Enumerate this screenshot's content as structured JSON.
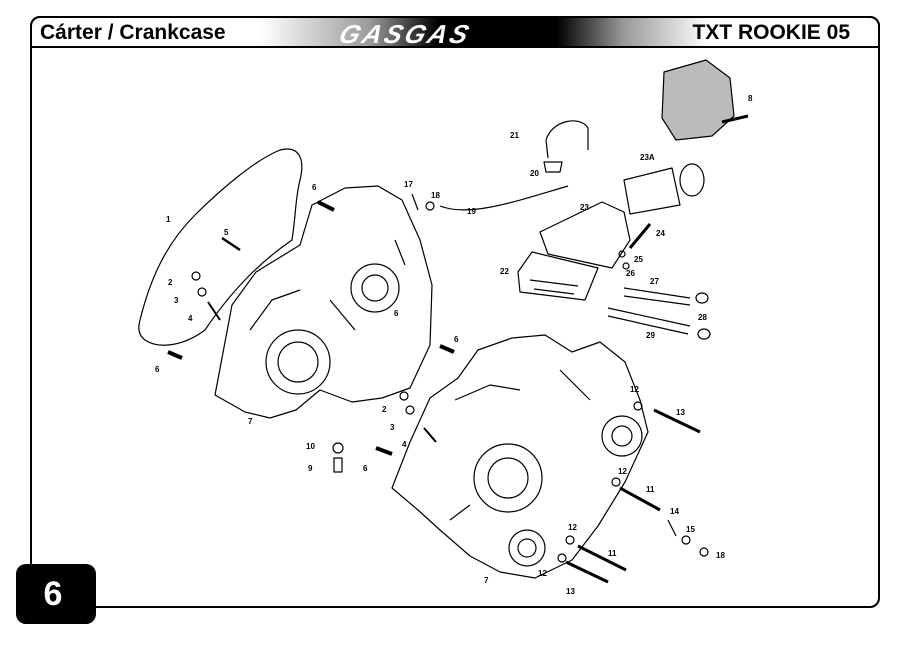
{
  "header": {
    "title": "Cárter / Crankcase",
    "brand": "GASGAS",
    "model": "TXT ROOKIE 05"
  },
  "page_number": "6",
  "labels": [
    {
      "text": "1",
      "name": "part-label-1"
    },
    {
      "text": "2",
      "name": "part-label-2-left"
    },
    {
      "text": "3",
      "name": "part-label-3-left"
    },
    {
      "text": "4",
      "name": "part-label-4-left"
    },
    {
      "text": "5",
      "name": "part-label-5"
    },
    {
      "text": "6",
      "name": "part-label-6-top"
    },
    {
      "text": "6",
      "name": "part-label-6-left"
    },
    {
      "text": "7",
      "name": "part-label-7-left"
    },
    {
      "text": "6",
      "name": "part-label-6-mid"
    },
    {
      "text": "6",
      "name": "part-label-6-center"
    },
    {
      "text": "2",
      "name": "part-label-2-center"
    },
    {
      "text": "3",
      "name": "part-label-3-center"
    },
    {
      "text": "4",
      "name": "part-label-4-center"
    },
    {
      "text": "10",
      "name": "part-label-10"
    },
    {
      "text": "9",
      "name": "part-label-9"
    },
    {
      "text": "6",
      "name": "part-label-6-bottom"
    },
    {
      "text": "17",
      "name": "part-label-17"
    },
    {
      "text": "18",
      "name": "part-label-18-top"
    },
    {
      "text": "19",
      "name": "part-label-19"
    },
    {
      "text": "21",
      "name": "part-label-21"
    },
    {
      "text": "20",
      "name": "part-label-20"
    },
    {
      "text": "23A",
      "name": "part-label-23a"
    },
    {
      "text": "23",
      "name": "part-label-23"
    },
    {
      "text": "24",
      "name": "part-label-24"
    },
    {
      "text": "25",
      "name": "part-label-25"
    },
    {
      "text": "26",
      "name": "part-label-26"
    },
    {
      "text": "22",
      "name": "part-label-22"
    },
    {
      "text": "27",
      "name": "part-label-27"
    },
    {
      "text": "28",
      "name": "part-label-28"
    },
    {
      "text": "29",
      "name": "part-label-29"
    },
    {
      "text": "8",
      "name": "part-label-8"
    },
    {
      "text": "12",
      "name": "part-label-12-top"
    },
    {
      "text": "13",
      "name": "part-label-13-top"
    },
    {
      "text": "12",
      "name": "part-label-12-mid"
    },
    {
      "text": "11",
      "name": "part-label-11-top"
    },
    {
      "text": "14",
      "name": "part-label-14"
    },
    {
      "text": "15",
      "name": "part-label-15"
    },
    {
      "text": "18",
      "name": "part-label-18-bottom"
    },
    {
      "text": "12",
      "name": "part-label-12-low"
    },
    {
      "text": "11",
      "name": "part-label-11-bottom"
    },
    {
      "text": "12",
      "name": "part-label-12-bottom"
    },
    {
      "text": "7",
      "name": "part-label-7-right"
    },
    {
      "text": "13",
      "name": "part-label-13-bottom"
    }
  ]
}
